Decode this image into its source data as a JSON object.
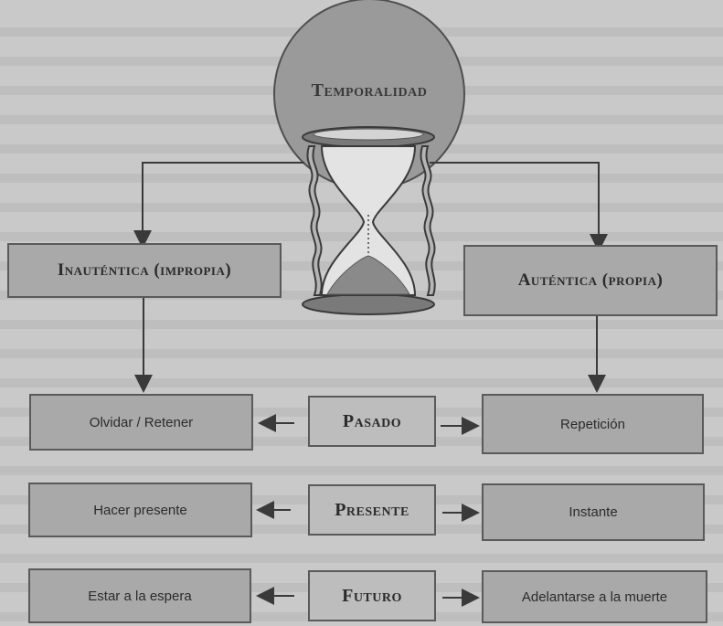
{
  "title": "Temporalidad",
  "branches": {
    "left": "Inauténtica (impropia)",
    "right": "Auténtica (propia)"
  },
  "rows": [
    {
      "center": "Pasado",
      "left": "Olvidar / Retener",
      "right": "Repetición"
    },
    {
      "center": "Presente",
      "left": "Hacer presente",
      "right": "Instante"
    },
    {
      "center": "Futuro",
      "left": "Estar a la espera",
      "right": "Adelantarse a la muerte"
    }
  ],
  "colors": {
    "background": "#c9c9c9",
    "box_fill": "#a9a9a9",
    "box_border": "#5a5a5a",
    "circle_fill": "#9a9a9a",
    "arrow": "#3a3a3a"
  }
}
